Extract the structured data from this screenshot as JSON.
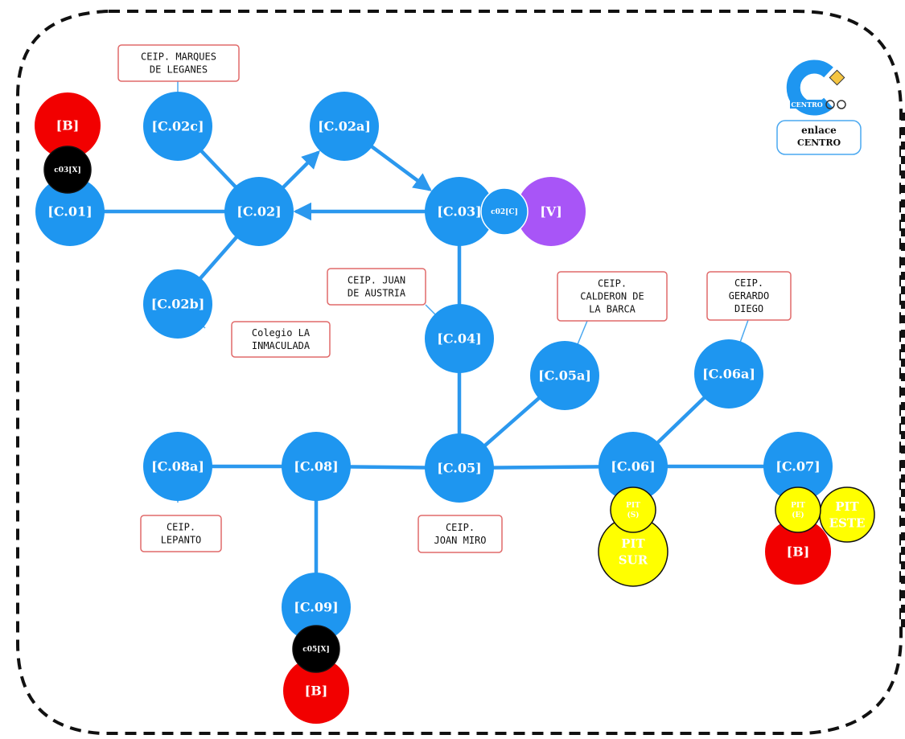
{
  "colors": {
    "node": "#1e96f0",
    "edge": "#2b98ee",
    "red": "#f20000",
    "black": "#000000",
    "purple": "#a855f7",
    "yellow": "#ffff00",
    "note_border": "#e06a6a",
    "frame": "#111111",
    "brand_border": "#4aa8f0"
  },
  "nodes": [
    {
      "id": "c01",
      "label": "[C.01]",
      "fill": "node"
    },
    {
      "id": "c02",
      "label": "[C.02]",
      "fill": "node"
    },
    {
      "id": "c02a",
      "label": "[C.02a]",
      "fill": "node"
    },
    {
      "id": "c02b",
      "label": "[C.02b]",
      "fill": "node"
    },
    {
      "id": "c02c",
      "label": "[C.02c]",
      "fill": "node"
    },
    {
      "id": "c03",
      "label": "[C.03]",
      "fill": "node"
    },
    {
      "id": "c04",
      "label": "[C.04]",
      "fill": "node"
    },
    {
      "id": "c05",
      "label": "[C.05]",
      "fill": "node"
    },
    {
      "id": "c05a",
      "label": "[C.05a]",
      "fill": "node"
    },
    {
      "id": "c06",
      "label": "[C.06]",
      "fill": "node"
    },
    {
      "id": "c06a",
      "label": "[C.06a]",
      "fill": "node"
    },
    {
      "id": "c07",
      "label": "[C.07]",
      "fill": "node"
    },
    {
      "id": "c08",
      "label": "[C.08]",
      "fill": "node"
    },
    {
      "id": "c08a",
      "label": "[C.08a]",
      "fill": "node"
    },
    {
      "id": "c09",
      "label": "[C.09]",
      "fill": "node"
    },
    {
      "id": "v",
      "label": "[V]",
      "fill": "purple"
    },
    {
      "id": "c02c-badge",
      "label": "c02[C]",
      "fill": "node"
    },
    {
      "id": "b1",
      "label": "[B]",
      "fill": "red"
    },
    {
      "id": "c03x",
      "label": "c03[X]",
      "fill": "black"
    },
    {
      "id": "b2",
      "label": "[B]",
      "fill": "red"
    },
    {
      "id": "c05x",
      "label": "c05[X]",
      "fill": "black"
    },
    {
      "id": "b3",
      "label": "[B]",
      "fill": "red"
    },
    {
      "id": "pit-sur",
      "label": "PIT\nSUR",
      "fill": "yellow"
    },
    {
      "id": "pit-s",
      "label": "PIT\n(S)",
      "fill": "yellow"
    },
    {
      "id": "pit-este",
      "label": "PIT\nESTE",
      "fill": "yellow"
    },
    {
      "id": "pit-e",
      "label": "PIT\n(E)",
      "fill": "yellow"
    }
  ],
  "edges": [
    {
      "from": "c01",
      "to": "c02",
      "arrow": false
    },
    {
      "from": "c02",
      "to": "c02c",
      "arrow": false
    },
    {
      "from": "c02",
      "to": "c02b",
      "arrow": false
    },
    {
      "from": "c02",
      "to": "c02a",
      "arrow": true
    },
    {
      "from": "c02a",
      "to": "c03",
      "arrow": true
    },
    {
      "from": "c03",
      "to": "c02",
      "arrow": true
    },
    {
      "from": "c03",
      "to": "c04",
      "arrow": false
    },
    {
      "from": "c04",
      "to": "c05",
      "arrow": false
    },
    {
      "from": "c05",
      "to": "c05a",
      "arrow": false
    },
    {
      "from": "c05",
      "to": "c06",
      "arrow": false
    },
    {
      "from": "c06",
      "to": "c06a",
      "arrow": false
    },
    {
      "from": "c06",
      "to": "c07",
      "arrow": false
    },
    {
      "from": "c05",
      "to": "c08",
      "arrow": false
    },
    {
      "from": "c08",
      "to": "c08a",
      "arrow": false
    },
    {
      "from": "c08",
      "to": "c09",
      "arrow": false
    }
  ],
  "notes": [
    {
      "id": "marques",
      "lines": [
        "CEIP. MARQUES",
        "DE LEGANES"
      ],
      "node": "c02c"
    },
    {
      "id": "inmaculada",
      "lines": [
        "Colegio LA",
        "INMACULADA"
      ],
      "node": "c02b"
    },
    {
      "id": "juan-austria",
      "lines": [
        "CEIP. JUAN",
        "DE AUSTRIA"
      ],
      "node": "c04"
    },
    {
      "id": "calderon",
      "lines": [
        "CEIP.",
        "CALDERON DE",
        "LA BARCA"
      ],
      "node": "c05a"
    },
    {
      "id": "gerardo",
      "lines": [
        "CEIP.",
        "GERARDO",
        "DIEGO"
      ],
      "node": "c06a"
    },
    {
      "id": "lepanto",
      "lines": [
        "CEIP.",
        "LEPANTO"
      ],
      "node": "c08a"
    },
    {
      "id": "joan-miro",
      "lines": [
        "CEIP.",
        "JOAN MIRO"
      ],
      "node": "c05"
    }
  ],
  "brand": {
    "logo_text": "CENTRO",
    "badge_lines": [
      "enlace",
      "CENTRO"
    ]
  }
}
